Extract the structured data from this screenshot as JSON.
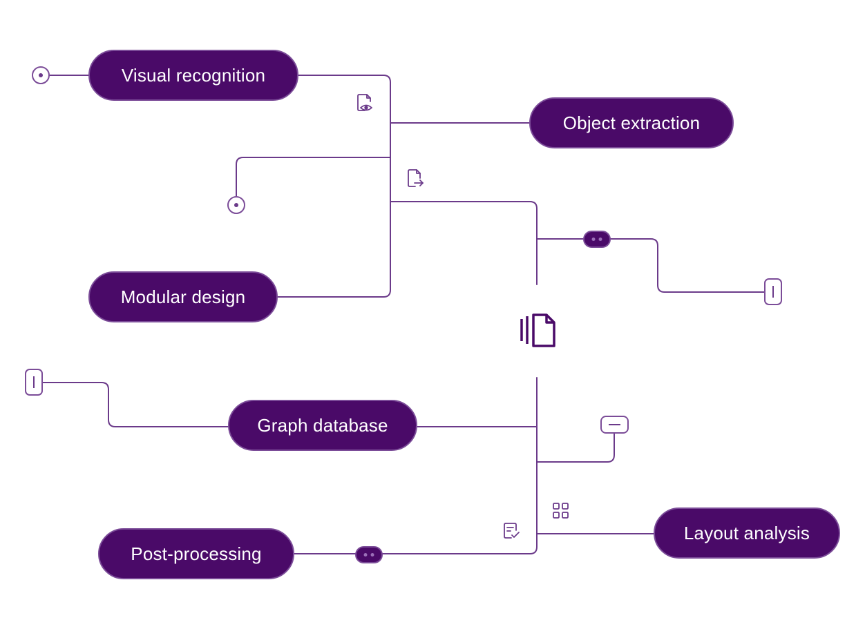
{
  "nodes": [
    {
      "id": "visual-recognition",
      "label": "Visual recognition"
    },
    {
      "id": "object-extraction",
      "label": "Object extraction"
    },
    {
      "id": "modular-design",
      "label": "Modular design"
    },
    {
      "id": "graph-database",
      "label": "Graph database"
    },
    {
      "id": "post-processing",
      "label": "Post-processing"
    },
    {
      "id": "layout-analysis",
      "label": "Layout analysis"
    }
  ],
  "icons": {
    "center": "document-stack-icon",
    "file_view": "file-eye-icon",
    "file_export": "file-export-icon",
    "grid": "grid-icon",
    "checklist": "checklist-icon"
  },
  "colors": {
    "node_fill": "#4a0a68",
    "node_border": "#7b4c98",
    "line": "#6b3a8a",
    "node_text": "#ffffff",
    "background": "#ffffff"
  }
}
